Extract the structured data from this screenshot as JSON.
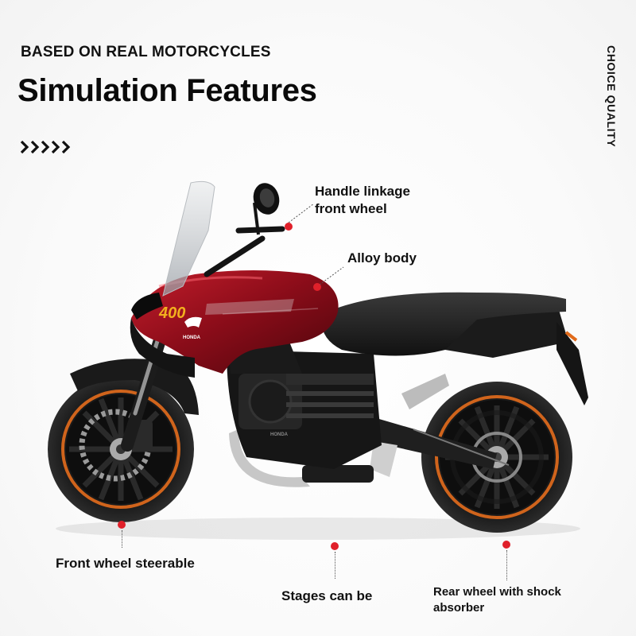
{
  "header": {
    "subtitle": "BASED ON REAL MOTORCYCLES",
    "title": "Simulation Features",
    "side_text": "CHOICE QUALITY",
    "chevrons_icon": "five-chevrons-right-icon"
  },
  "callouts": {
    "handle": {
      "line1": "Handle linkage",
      "line2": "front wheel"
    },
    "alloy": "Alloy body",
    "front": "Front wheel steerable",
    "stages": "Stages can be",
    "rear": {
      "line1": "Rear wheel with shock",
      "line2": "absorber"
    }
  },
  "brand": {
    "model_text": "400",
    "logo_text": "HONDA",
    "engine_text": "HONDA"
  },
  "colors": {
    "accent_dot": "#e0202a",
    "body_red": "#8e0d1a",
    "rim_orange": "#d0641c"
  }
}
